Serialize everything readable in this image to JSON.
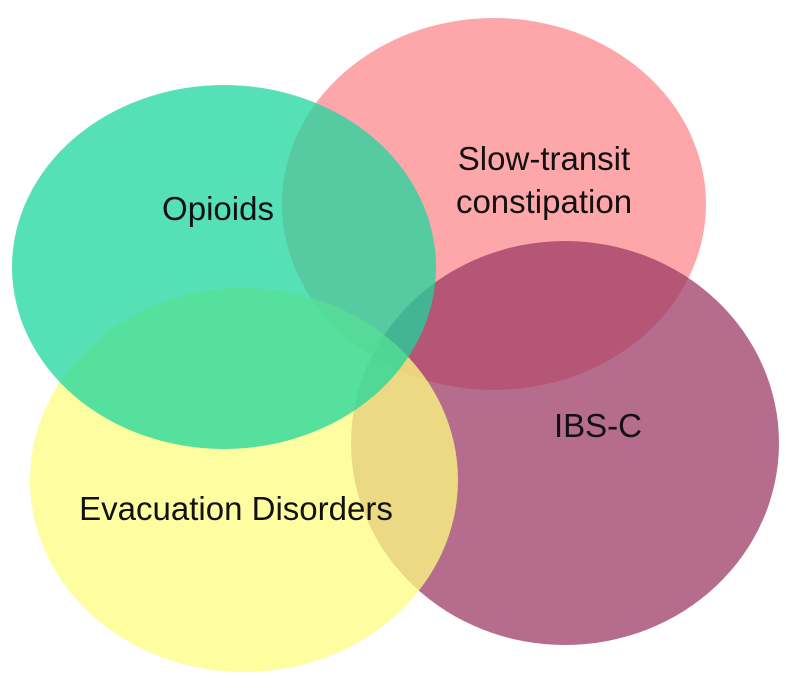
{
  "diagram": {
    "type": "venn",
    "sets": [
      {
        "id": "opioids",
        "lines": [
          "Opioids"
        ],
        "color": "#1ed59c"
      },
      {
        "id": "slow-transit",
        "lines": [
          "Slow-transit",
          "constipation"
        ],
        "color": "#fe8a8f"
      },
      {
        "id": "ibs-c",
        "lines": [
          "IBS-C"
        ],
        "color": "#9e3b66"
      },
      {
        "id": "evacuation",
        "lines": [
          "Evacuation Disorders"
        ],
        "color": "#fefe80"
      }
    ],
    "overlap_colors": {
      "opioids_evacuation": "#33d672",
      "opioids_slow_transit": "#67a878",
      "slow_transit_ibs_c": "#f05c72",
      "ibs_c_evacuation": "#d9ad64"
    }
  }
}
